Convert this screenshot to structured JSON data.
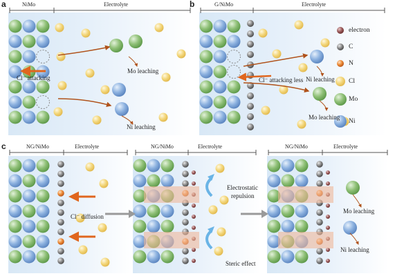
{
  "panel_a": {
    "letter": "a",
    "header_left": "NiMo",
    "header_right": "Electrolyte",
    "label_attack": "Cl⁻ attacking",
    "label_mo": "Mo leaching",
    "label_ni": "Ni leaching"
  },
  "panel_b": {
    "letter": "b",
    "header_left": "G/NiMo",
    "header_right": "Electrolyte",
    "label_attack": "Cl⁻ attacking less",
    "label_ni": "Ni leaching",
    "label_mo": "Mo leaching"
  },
  "legend": {
    "items": [
      {
        "symbol": "electron",
        "label": "electron",
        "color": "#8a4a4a"
      },
      {
        "symbol": "C",
        "label": "C",
        "color": "#7a7a7a"
      },
      {
        "symbol": "N",
        "label": "N",
        "color": "#e07a22"
      },
      {
        "symbol": "Cl",
        "label": "Cl",
        "color": "#f0cf6a"
      },
      {
        "symbol": "Mo",
        "label": "Mo",
        "color": "#82b56a"
      },
      {
        "symbol": "Ni",
        "label": "Ni",
        "color": "#7ea6d8"
      }
    ]
  },
  "panel_c": {
    "letter": "c",
    "sub1": {
      "header_left": "NG/NiMo",
      "header_right": "Electrolyte",
      "label_diffusion": "Cl⁻ diffusion"
    },
    "sub2": {
      "header_left": "NG/NiMo",
      "header_right": "Electrolyte",
      "label_repulsion_1": "Electrostatic",
      "label_repulsion_2": "repulsion",
      "label_steric": "Steric effect"
    },
    "sub3": {
      "header_left": "NG/NiMo",
      "header_right": "Electrolyte",
      "label_mo": "Mo leaching",
      "label_ni": "Ni leaching"
    }
  },
  "colors": {
    "ni": "#7ea6d8",
    "mo": "#82b56a",
    "cl": "#f0cf6a",
    "carbon": "#7a7a7a",
    "nitrogen": "#e07a22",
    "electron": "#8a4a4a",
    "arrow_brown": "#b0521a",
    "arrow_orange": "#e0661e",
    "arrow_blue": "#6ab4e6",
    "arrow_gray": "#9a9a9a",
    "highlight": "#f0b89a"
  }
}
